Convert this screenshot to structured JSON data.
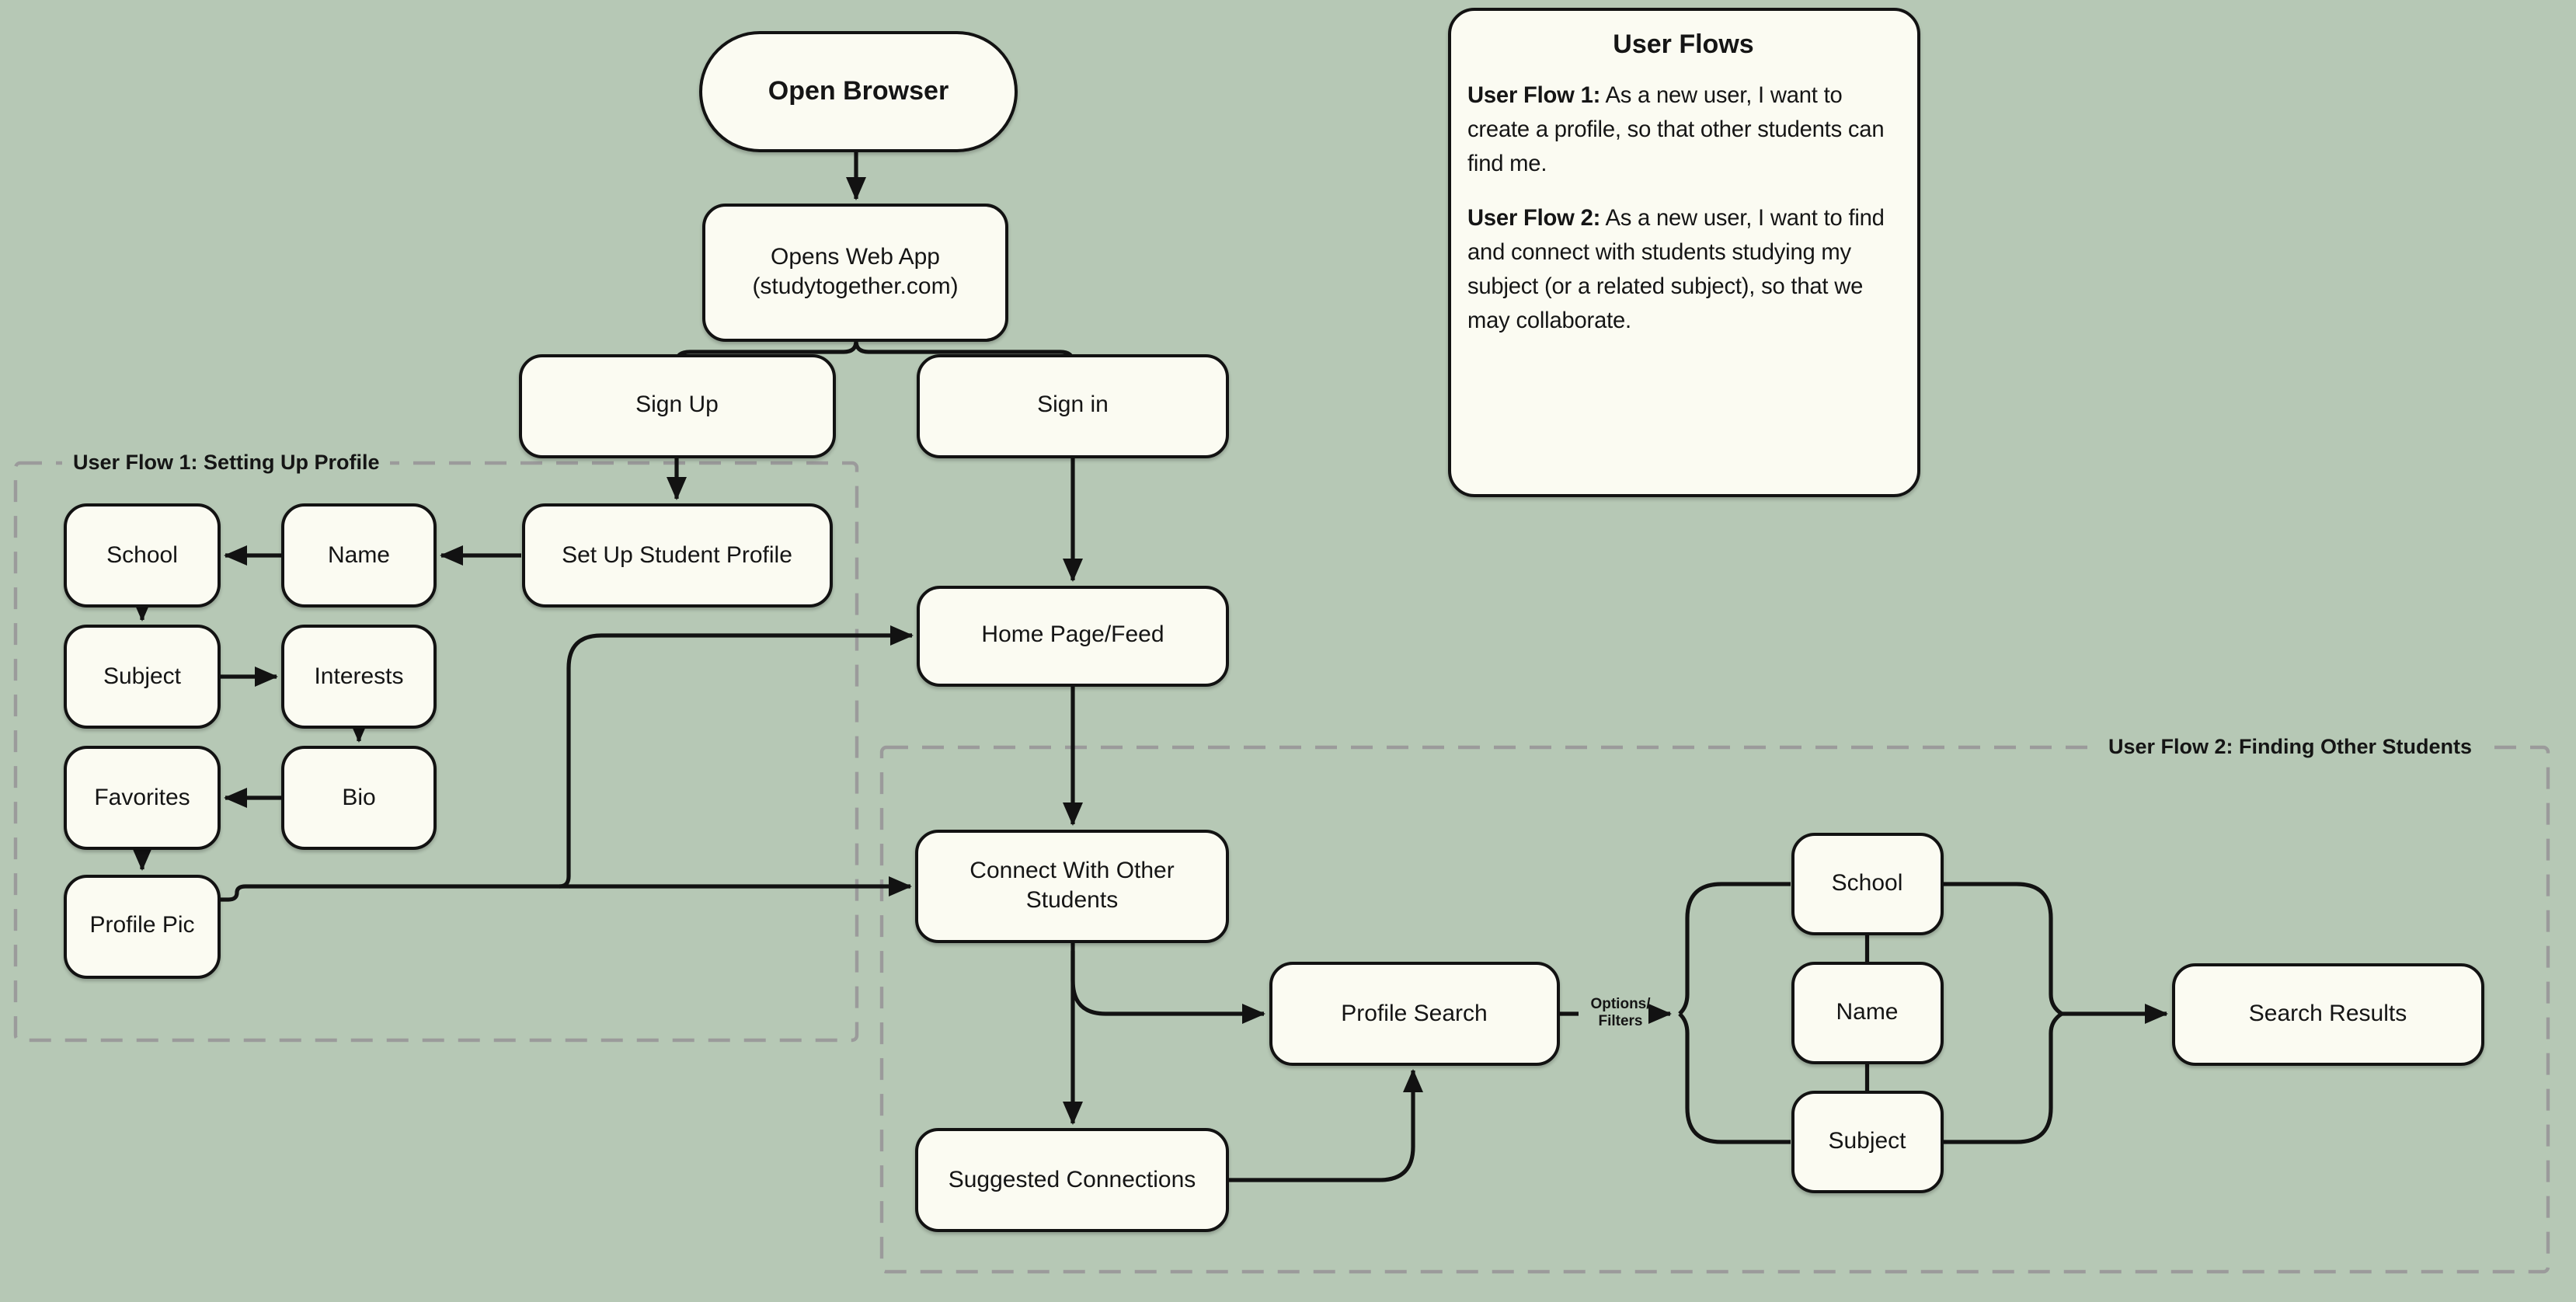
{
  "colors": {
    "background": "#b6c8b5",
    "node_fill": "#fbfbf2",
    "connector": "#121212",
    "group_dash": "#9b9b9b"
  },
  "nodes": {
    "open_browser": "Open Browser",
    "opens_web_app_line1": "Opens Web App",
    "opens_web_app_line2": "(studytogether.com)",
    "sign_up": "Sign Up",
    "sign_in": "Sign in",
    "set_up_student_profile": "Set Up Student Profile",
    "school": "School",
    "name": "Name",
    "subject": "Subject",
    "interests": "Interests",
    "favorites": "Favorites",
    "bio": "Bio",
    "profile_pic": "Profile Pic",
    "home_page_feed": "Home Page/Feed",
    "connect_with_other_students": "Connect With Other Students",
    "suggested_connections": "Suggested Connections",
    "profile_search": "Profile Search",
    "filter_school": "School",
    "filter_name": "Name",
    "filter_subject": "Subject",
    "search_results": "Search Results"
  },
  "edge_labels": {
    "options_filters_line1": "Options/",
    "options_filters_line2": "Filters"
  },
  "groups": {
    "flow1_label": "User Flow 1: Setting Up Profile",
    "flow2_label": "User Flow 2: Finding Other Students"
  },
  "note": {
    "title": "User Flows",
    "flow1_bold": "User Flow 1:",
    "flow1_text": " As a new user, I want to create a profile, so that other students can find me.",
    "flow2_bold": "User Flow 2:",
    "flow2_text": " As a new user, I want to find and connect with students studying my subject (or a related subject), so that we may collaborate."
  }
}
